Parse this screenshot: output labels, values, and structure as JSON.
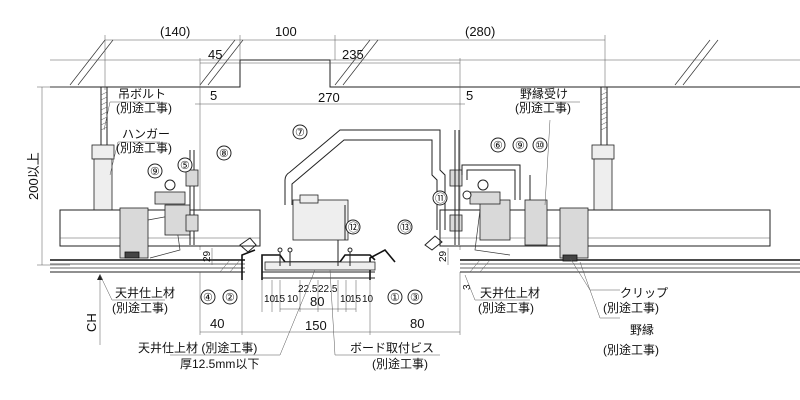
{
  "dimensions": {
    "top_left": "(140)",
    "top_mid": "100",
    "top_right": "(280)",
    "d45": "45",
    "d235": "235",
    "d5_left": "5",
    "d270": "270",
    "d5_right": "5",
    "height_vertical": "200以上",
    "d29_left": "29",
    "d29_right": "29",
    "d3": "3",
    "d10_a": "10",
    "d15_a": "15",
    "d10_b": "10",
    "d22_5_a": "22.5",
    "d22_5_b": "22.5",
    "d10_c": "10",
    "d15_b": "15",
    "d10_d": "10",
    "d80_inner": "80",
    "d40": "40",
    "d150": "150",
    "d80_outer": "80",
    "ch": "CH"
  },
  "labels": {
    "hanging_bolt": "吊ボルト",
    "hanging_bolt_note": "(別途工事)",
    "hanger": "ハンガー",
    "hanger_note": "(別途工事)",
    "runner_holder": "野縁受け",
    "runner_holder_note": "(別途工事)",
    "finish_left": "天井仕上材",
    "finish_left_note": "(別途工事)",
    "finish_right": "天井仕上材",
    "finish_right_note": "(別途工事)",
    "clip": "クリップ",
    "clip_note": "(別途工事)",
    "runner": "野縁",
    "runner_note": "(別途工事)",
    "finish_bottom": "天井仕上材 (別途工事)",
    "finish_bottom_thickness": "厚12.5mm以下",
    "board_screw": "ボード取付ビス",
    "board_screw_note": "(別途工事)"
  },
  "callouts": [
    "①",
    "②",
    "③",
    "④",
    "⑤",
    "⑥",
    "⑦",
    "⑧",
    "⑨",
    "⑨",
    "⑩",
    "⑪",
    "⑫",
    "⑬"
  ]
}
